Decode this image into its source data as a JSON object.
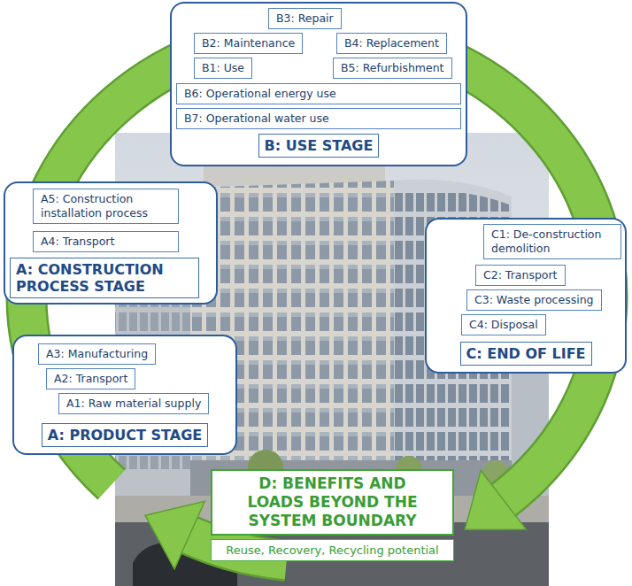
{
  "diagram": {
    "nodes": [
      {
        "text": [
          "B: USE STAGE"
        ]
      },
      {
        "text": [
          "B3: Repair"
        ],
        "in": 0
      },
      {
        "text": [
          "B2: Maintenance"
        ],
        "in": 0
      },
      {
        "text": [
          "B4: Replacement"
        ],
        "in": 0
      },
      {
        "text": [
          "B1: Use"
        ],
        "in": 0
      },
      {
        "text": [
          "B5: Refurbishment"
        ],
        "in": 0
      },
      {
        "text": [
          "B6: Operational energy use"
        ],
        "in": 0
      },
      {
        "text": [
          "B7: Operational water use"
        ],
        "in": 0
      },
      {
        "text": [
          "A: CONSTRUCTION PROCESS STAGE"
        ]
      },
      {
        "text": [
          "A5: Construction installation process"
        ],
        "in": 8
      },
      {
        "text": [
          "A4: Transport"
        ],
        "in": 8
      },
      {
        "text": [
          "C: END OF LIFE"
        ]
      },
      {
        "text": [
          "C1: De-construction demolition"
        ],
        "in": 11
      },
      {
        "text": [
          "C2: Transport"
        ],
        "in": 11
      },
      {
        "text": [
          "C3: Waste processing"
        ],
        "in": 11
      },
      {
        "text": [
          "C4: Disposal"
        ],
        "in": 11
      },
      {
        "text": [
          "A: PRODUCT STAGE"
        ]
      },
      {
        "text": [
          "A3: Manufacturing"
        ],
        "in": 16
      },
      {
        "text": [
          "A2: Transport"
        ],
        "in": 16
      },
      {
        "text": [
          "A1: Raw material supply"
        ],
        "in": 16
      },
      {
        "text": [
          "D: BENEFITS AND LOADS BEYOND THE SYSTEM BOUNDARY"
        ]
      },
      {
        "text": [
          "Reuse, Recovery, Recycling potential"
        ]
      }
    ]
  }
}
